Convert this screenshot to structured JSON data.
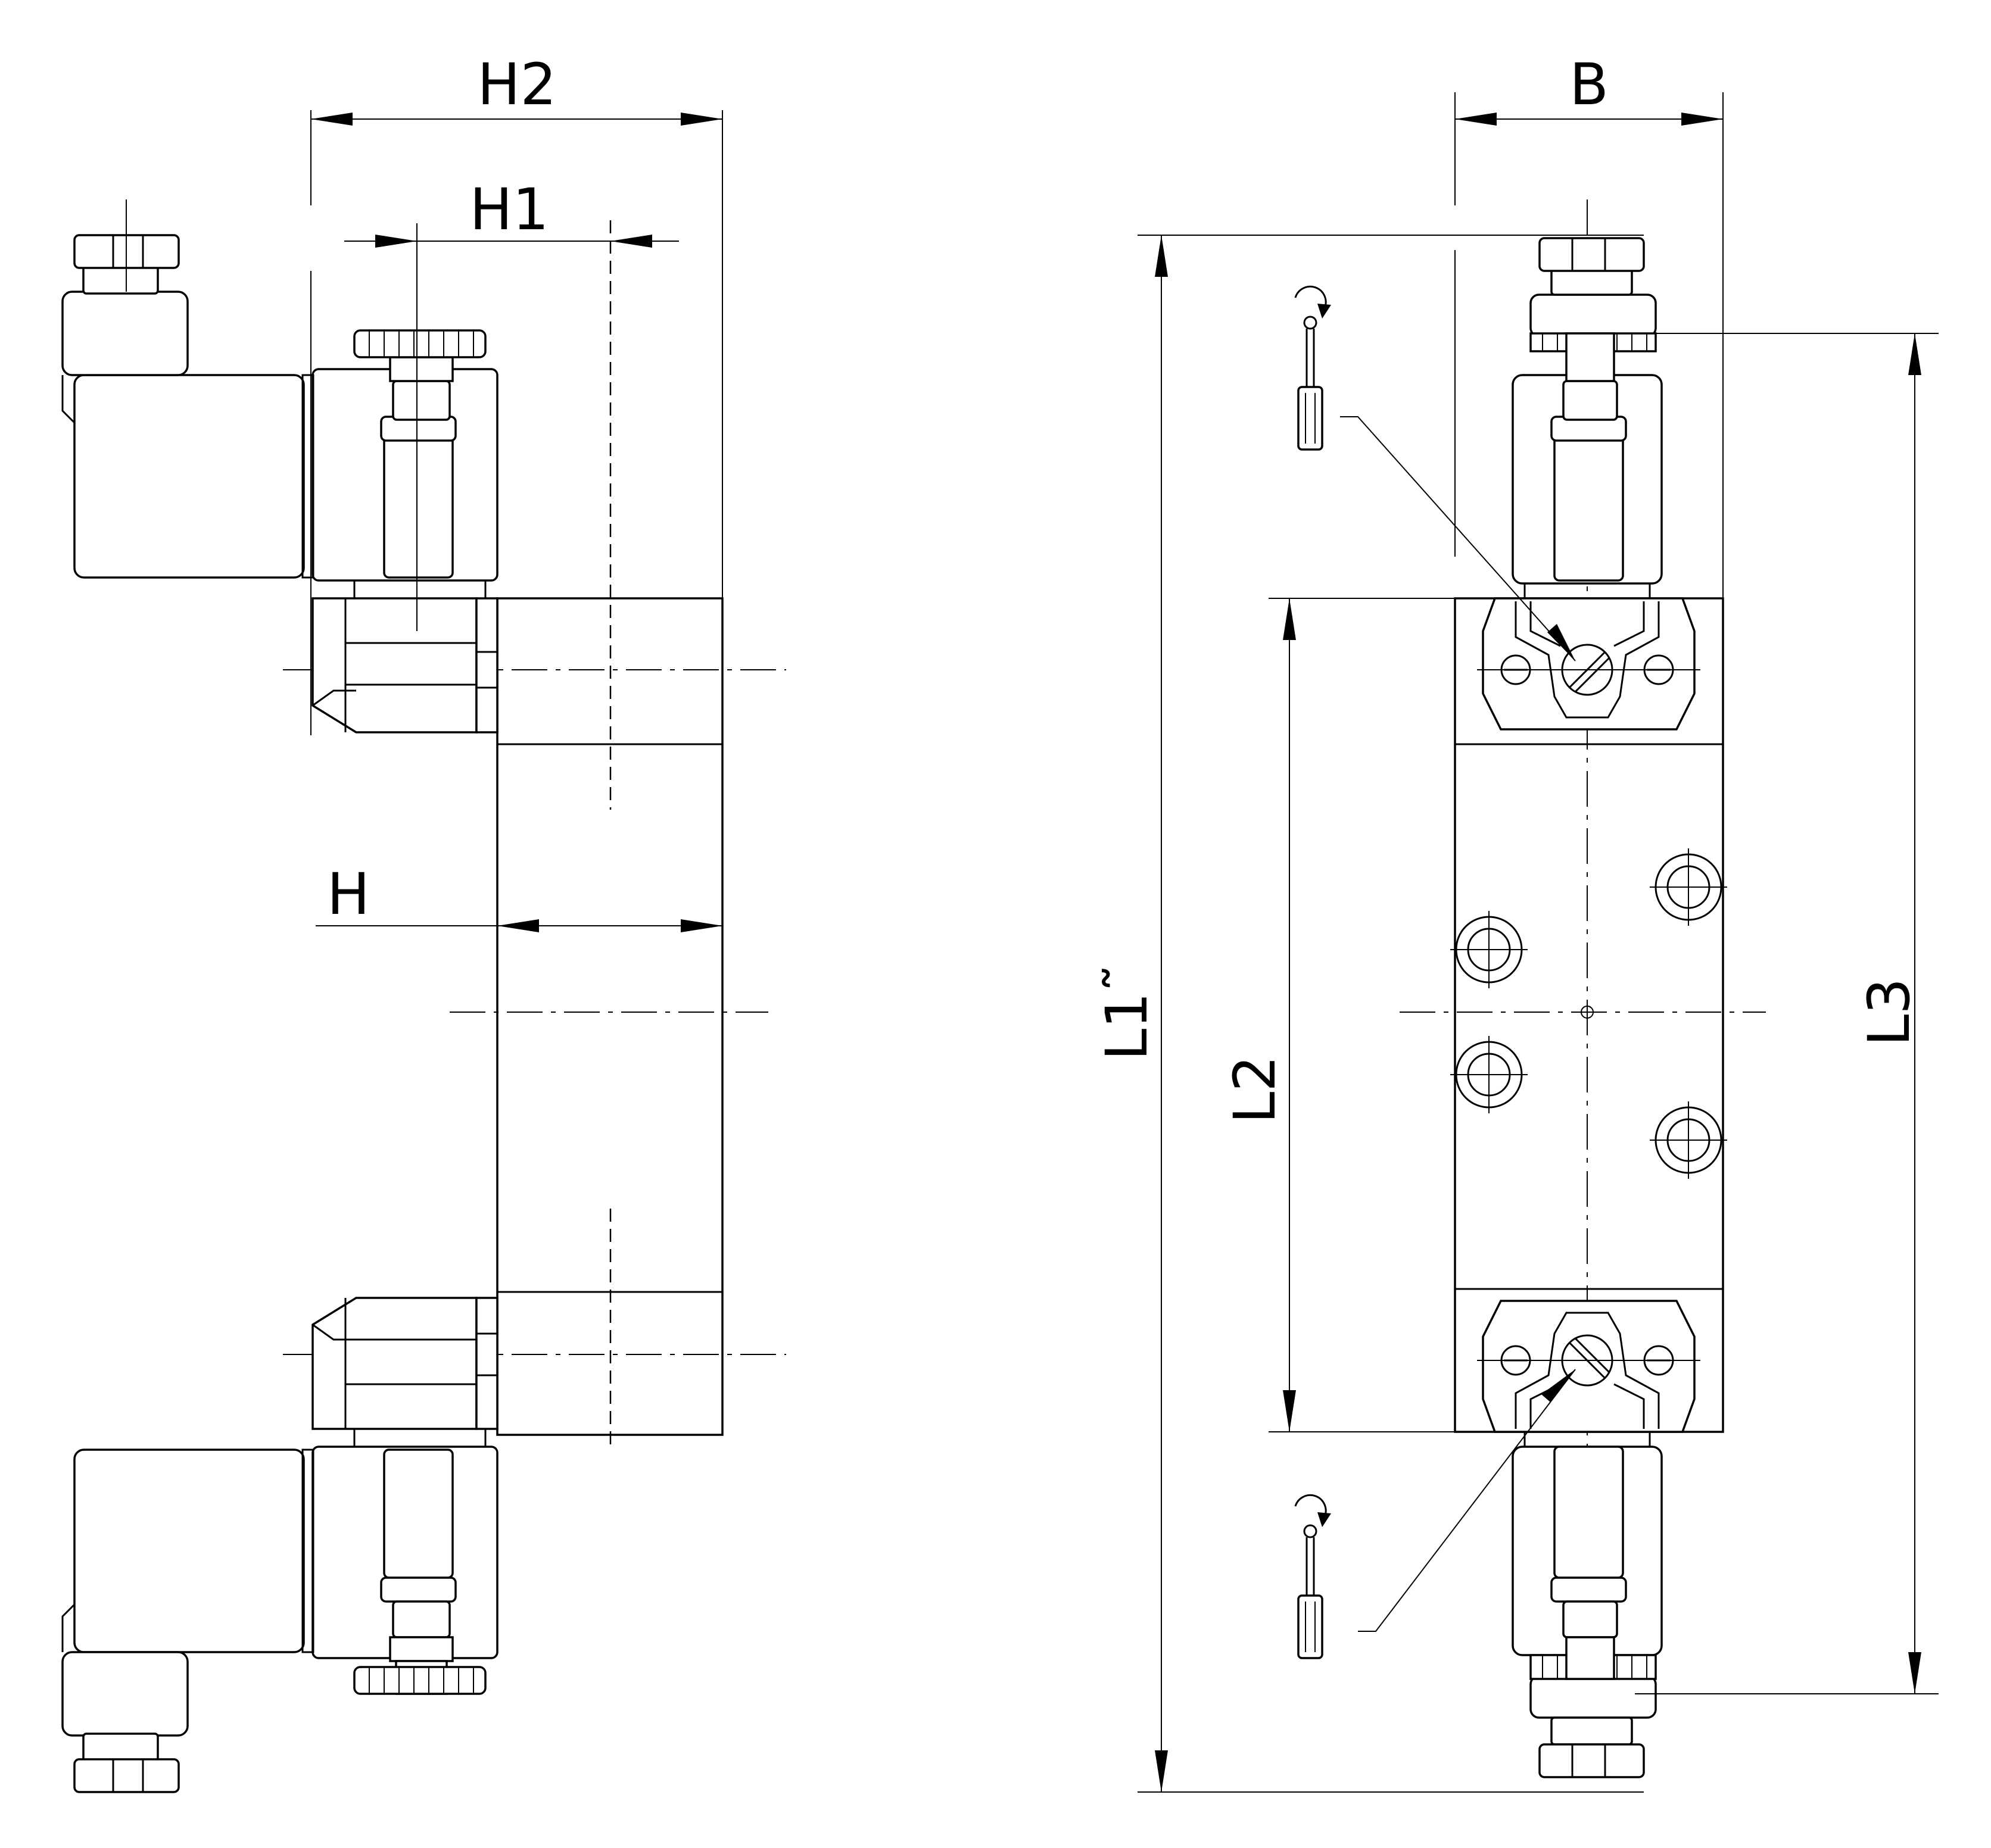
{
  "labels": {
    "h2": "H2",
    "h1": "H1",
    "h": "H",
    "b": "B",
    "l1": "L1˜",
    "l2": "L2",
    "l3": "L3"
  },
  "icons": [
    "screwdriver-icon",
    "rotate-arrow-icon",
    "hex-nut-icon",
    "mounting-hole-icon",
    "slotted-screw-icon"
  ],
  "colors": {
    "line": "#000000",
    "background": "#ffffff"
  }
}
